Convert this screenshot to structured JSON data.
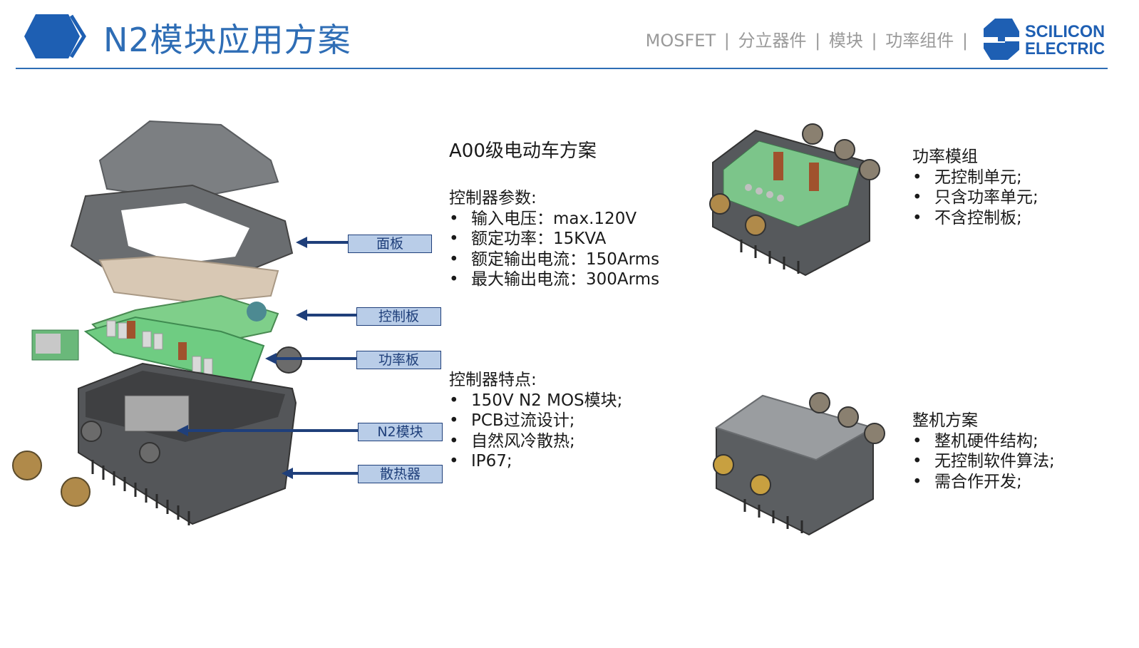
{
  "header": {
    "title": "N2模块应用方案",
    "nav": [
      "MOSFET",
      "|",
      "分立器件",
      "|",
      "模块",
      "|",
      "功率组件",
      "|"
    ],
    "brand_line1": "SCILICON",
    "brand_line2": "ELECTRIC",
    "accent_color": "#2e6db5",
    "logo_blue": "#1e5fb3"
  },
  "callouts": [
    "面板",
    "控制板",
    "功率板",
    "N2模块",
    "散热器"
  ],
  "middle": {
    "heading": "A00级电动车方案",
    "params_title": "控制器参数:",
    "params": [
      "输入电压：max.120V",
      "额定功率：15KVA",
      "额定输出电流：150Arms",
      "最大输出电流：300Arms"
    ],
    "features_title": "控制器特点:",
    "features": [
      "150V N2 MOS模块;",
      "PCB过流设计;",
      "自然风冷散热;",
      "IP67;"
    ]
  },
  "right_top": {
    "title": "功率模组",
    "items": [
      "无控制单元;",
      "只含功率单元;",
      "不含控制板;"
    ]
  },
  "right_bottom": {
    "title": "整机方案",
    "items": [
      "整机硬件结构;",
      "无控制软件算法;",
      "需合作开发;"
    ]
  },
  "callout_color": "#1f3f7a",
  "callout_fill": "#b9cde8"
}
